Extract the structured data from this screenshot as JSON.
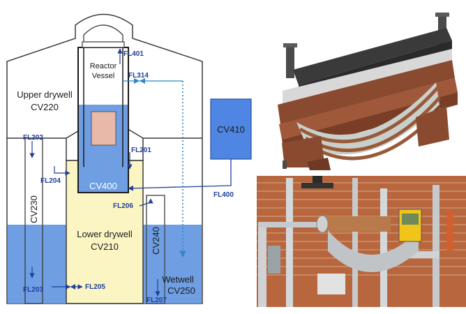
{
  "schematic": {
    "title_region_labels": {
      "reactor_vessel_line1": "Reactor",
      "reactor_vessel_line2": "Vessel",
      "upper_drywell_line1": "Upper drywell",
      "upper_drywell_line2": "CV220",
      "lower_drywell_line1": "Lower drywell",
      "lower_drywell_line2": "CV210",
      "wetwell_line1": "Wetwell",
      "wetwell_line2": "CV250",
      "reactor_volume": "CV400",
      "external_volume": "CV410",
      "vent_left": "CV230",
      "vent_right": "CV240"
    },
    "flow_paths": {
      "fl401": "FL401",
      "fl314": "FL314",
      "fl202": "FL202",
      "fl201": "FL201",
      "fl204": "FL204",
      "fl206": "FL206",
      "fl400": "FL400",
      "fl203": "FL203",
      "fl205": "FL205",
      "fl207": "FL207"
    },
    "colors": {
      "water": "#6f9ee3",
      "lower_drywell": "#faf5c3",
      "external_volume": "#4f86e3",
      "flow_label": "#1f3f9a",
      "core": "#e8b8a8",
      "dotted_line": "#2f86c8"
    }
  },
  "photos": {
    "top_right": "rendered-3d-model-of-experimental-vessel",
    "bottom_right": "laboratory-test-rig-photo"
  }
}
